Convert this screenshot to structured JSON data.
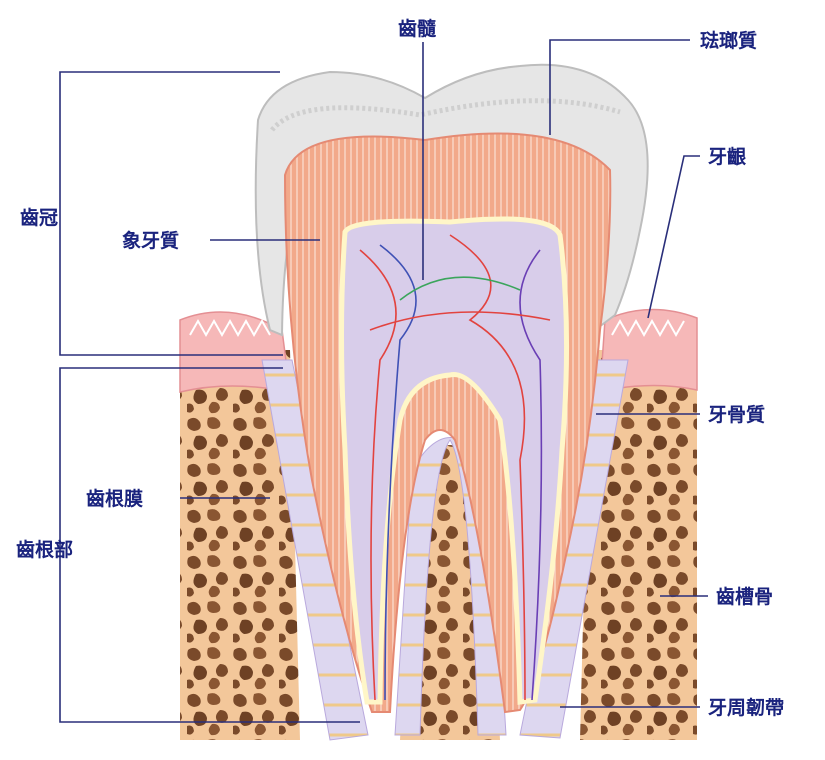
{
  "labels": {
    "pulp": "齒髓",
    "enamel": "琺瑯質",
    "crown": "齒冠",
    "dentin": "象牙質",
    "gingiva": "牙齦",
    "cementum": "牙骨質",
    "pdl": "齒根膜",
    "root": "齒根部",
    "alveolar_bone": "齒槽骨",
    "periodontal_ligament": "牙周韌帶"
  },
  "colors": {
    "label_text": "#1a237e",
    "leader_line": "#2a2f7a",
    "enamel": "#e6e6e6",
    "dentin": "#f2a98a",
    "pulp": "#d8cdea",
    "gum": "#f6b8b8",
    "bone": "#f3c79a",
    "bone_pore": "#7a4a2a",
    "ligament": "#ddd7f0"
  }
}
